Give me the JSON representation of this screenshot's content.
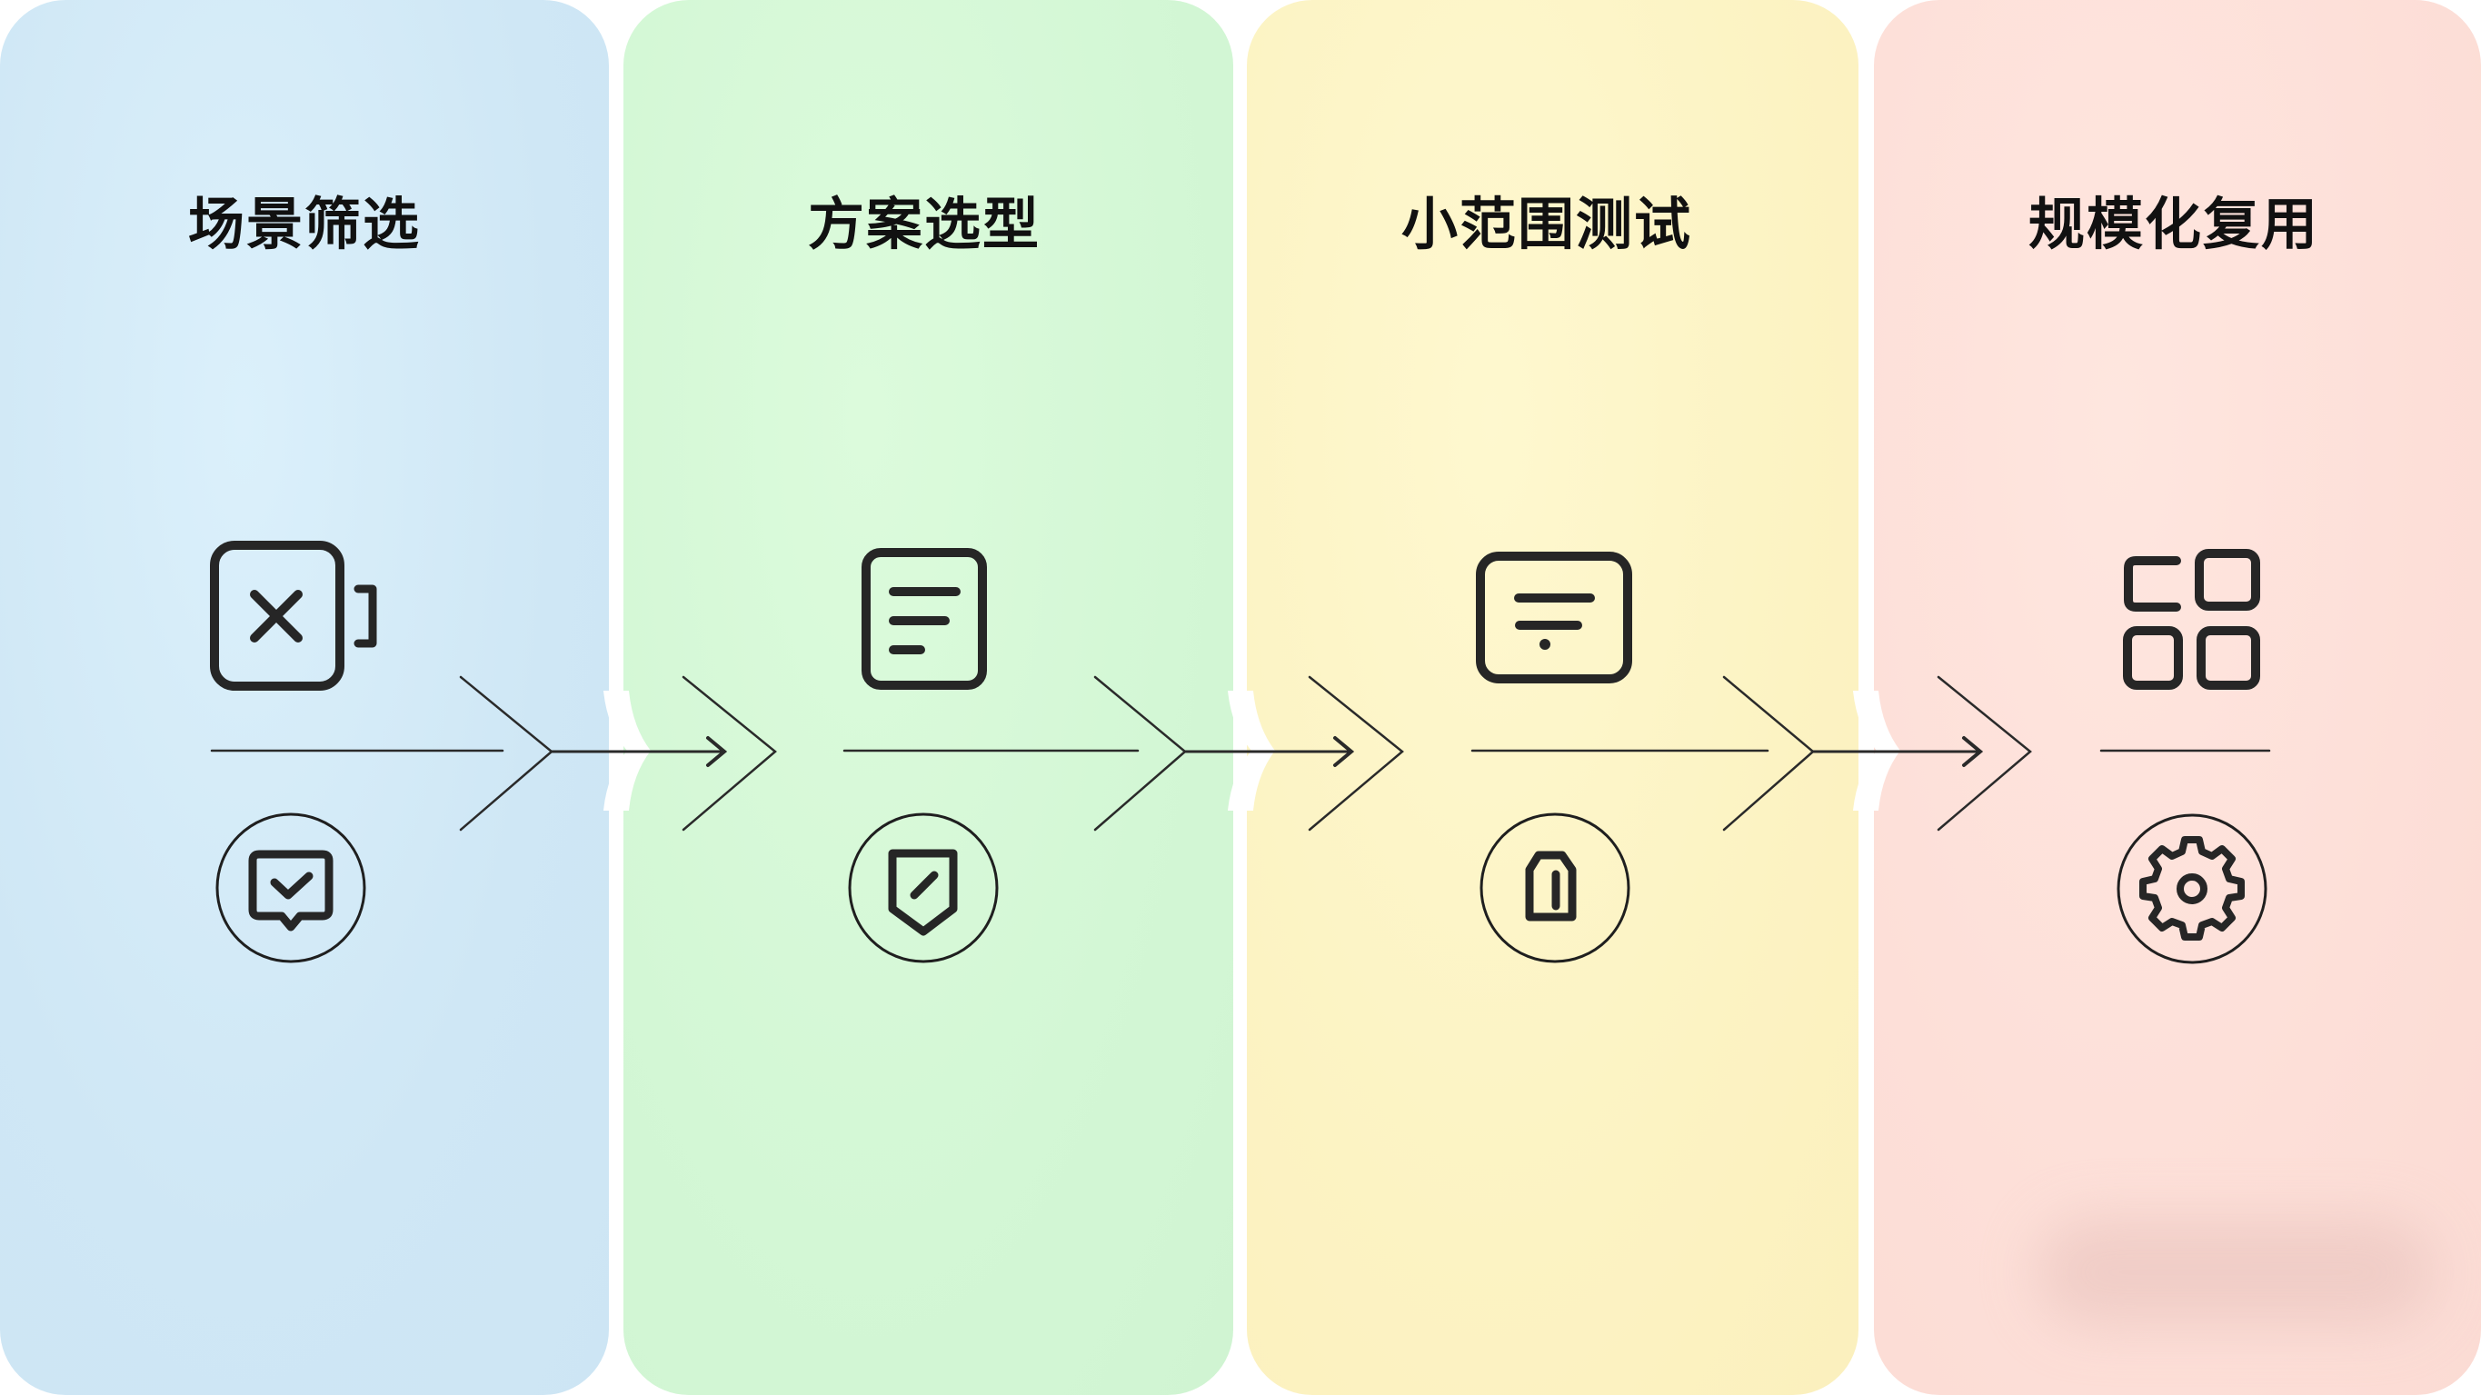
{
  "diagram": {
    "type": "process-flow",
    "steps": [
      {
        "title": "场景筛选",
        "color": "#d2e9f6",
        "main_icon": "device-with-x-icon",
        "badge_icon": "chat-check-icon"
      },
      {
        "title": "方案选型",
        "color": "#d4f8d6",
        "main_icon": "document-list-icon",
        "badge_icon": "shield-pencil-icon"
      },
      {
        "title": "小范围测试",
        "color": "#fdf5c6",
        "main_icon": "filter-box-icon",
        "badge_icon": "sim-card-icon"
      },
      {
        "title": "规模化复用",
        "color": "#fde0da",
        "main_icon": "grid-apps-icon",
        "badge_icon": "gear-icon"
      }
    ],
    "connectors": [
      "arrow-right",
      "arrow-right",
      "arrow-right"
    ],
    "background": "#ffffff",
    "stroke_color": "#222222"
  }
}
